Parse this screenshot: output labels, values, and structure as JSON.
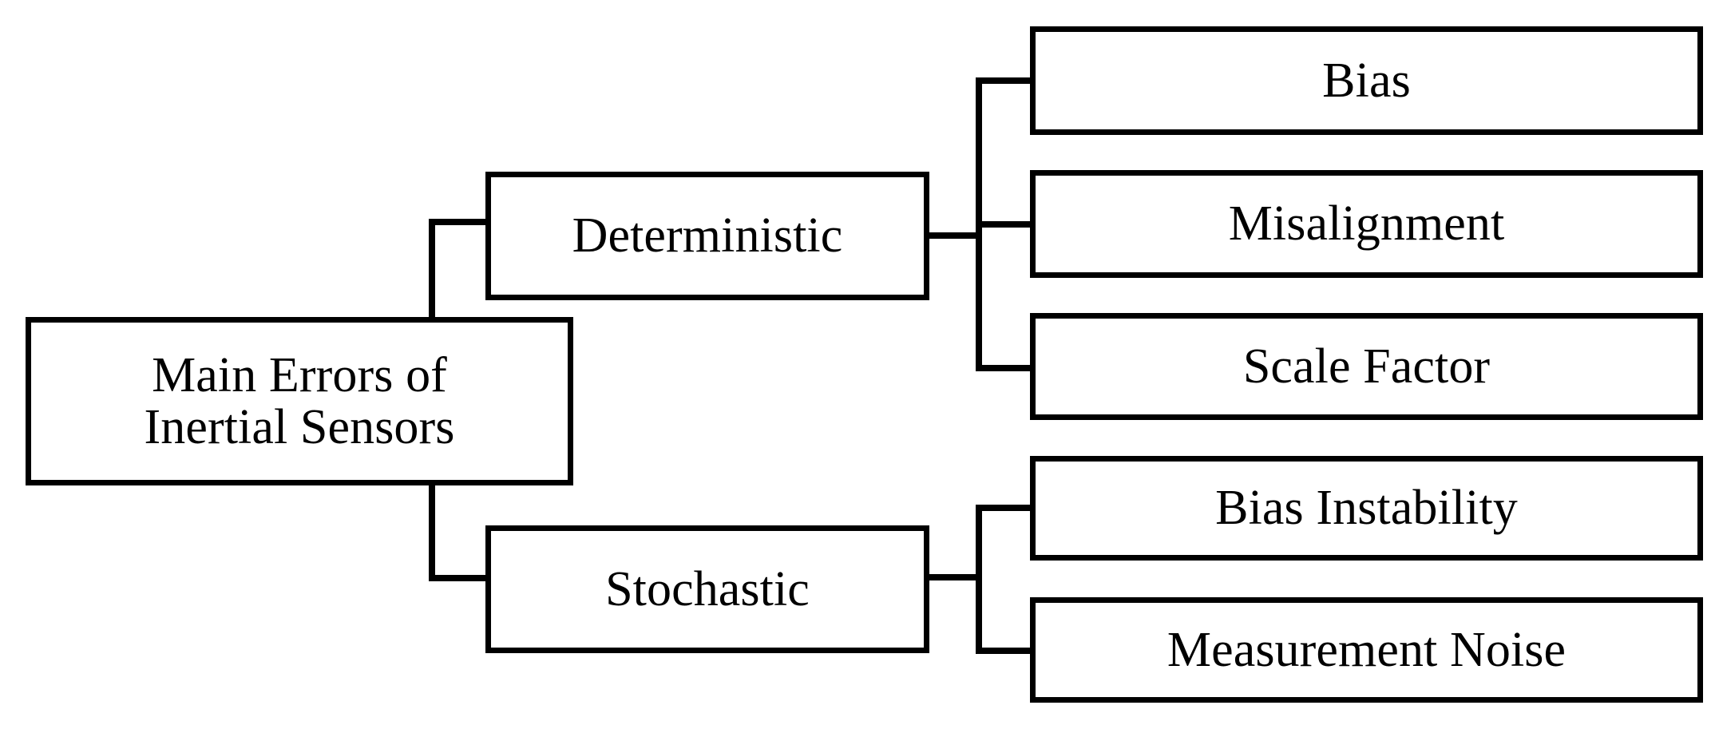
{
  "diagram": {
    "type": "tree-hierarchy",
    "orientation": "left-to-right",
    "title": "Main Errors of Inertial Sensors",
    "colors": {
      "background": "#FFFFFF",
      "box_border": "#000000",
      "box_fill": "#FFFFFF",
      "connector": "#000000",
      "text": "#000000"
    },
    "root": {
      "label": "Main Errors of\nInertial Sensors"
    },
    "branches": [
      {
        "label": "Deterministic",
        "children": [
          {
            "label": "Bias"
          },
          {
            "label": "Misalignment"
          },
          {
            "label": "Scale Factor"
          }
        ]
      },
      {
        "label": "Stochastic",
        "children": [
          {
            "label": "Bias Instability"
          },
          {
            "label": "Measurement Noise"
          }
        ]
      }
    ]
  }
}
